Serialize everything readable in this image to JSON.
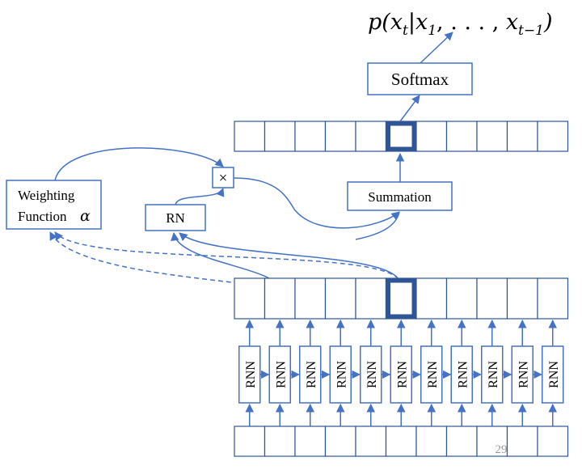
{
  "colors": {
    "accent": "#4472C4",
    "box_border": "#2F5597",
    "page_number": "#999999"
  },
  "top_formula": "p(x_t | x_1, …, x_{t-1})",
  "softmax_label": "Softmax",
  "summation_label": "Summation",
  "multiply_symbol": "×",
  "rn_label": "RN",
  "weighting_line1": "Weighting",
  "weighting_line2": "Function",
  "weighting_symbol": "α",
  "rnn_label": "RNN",
  "rnn_count": 11,
  "page_number": "29"
}
